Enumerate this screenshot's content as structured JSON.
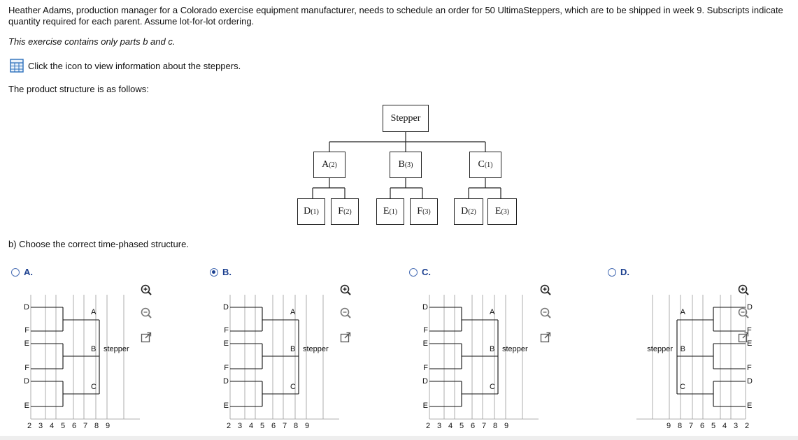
{
  "intro": "Heather Adams, production manager for a Colorado exercise equipment manufacturer, needs to schedule an order for 50 UltimaSteppers, which are to be shipped in week 9. Subscripts indicate quantity required for each parent. Assume lot-for-lot ordering.",
  "note": "This exercise contains only parts b and c.",
  "icon_text": "Click the icon to view information about the steppers.",
  "structure_text": "The product structure is as follows:",
  "tree": {
    "root": "Stepper",
    "level1": [
      {
        "name": "A",
        "sub": "(2)"
      },
      {
        "name": "B",
        "sub": "(3)"
      },
      {
        "name": "C",
        "sub": "(1)"
      }
    ],
    "level2": [
      {
        "name": "D",
        "sub": "(1)"
      },
      {
        "name": "F",
        "sub": "(2)"
      },
      {
        "name": "E",
        "sub": "(1)"
      },
      {
        "name": "F",
        "sub": "(3)"
      },
      {
        "name": "D",
        "sub": "(2)"
      },
      {
        "name": "E",
        "sub": "(3)"
      }
    ]
  },
  "question": "b) Choose the correct time-phased structure.",
  "options": [
    {
      "label": "A.",
      "selected": false
    },
    {
      "label": "B.",
      "selected": true
    },
    {
      "label": "C.",
      "selected": false
    },
    {
      "label": "D.",
      "selected": false
    }
  ],
  "diagram_labels": {
    "stepper": "stepper",
    "axis": [
      "2",
      "3",
      "4",
      "5",
      "6",
      "7",
      "8",
      "9"
    ],
    "A": "A",
    "B": "B",
    "C": "C",
    "D": "D",
    "E": "E",
    "F": "F"
  },
  "icons": [
    "calculator-icon",
    "zoom-in-icon",
    "zoom-out-icon",
    "open-external-icon"
  ],
  "colors": {
    "accent": "#1b3f8f",
    "icon_blue": "#2a6ebb"
  }
}
